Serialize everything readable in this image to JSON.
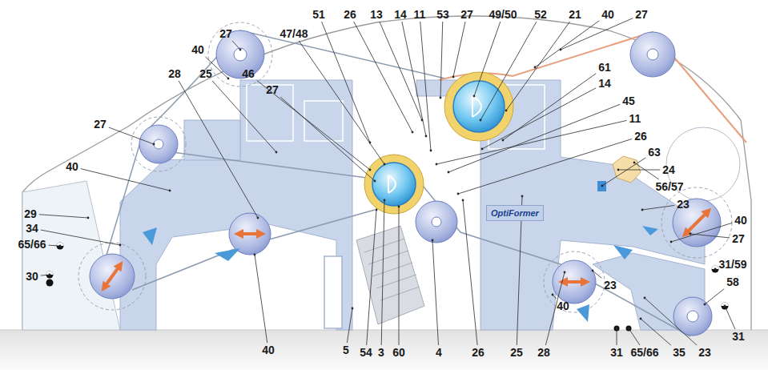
{
  "diagram": {
    "nodes": [
      {
        "text": [
          "OptiFormer"
        ]
      }
    ],
    "labels": [
      "51",
      "26",
      "13",
      "14",
      "11",
      "53",
      "27",
      "49/50",
      "52",
      "21",
      "40",
      "27",
      "27",
      "47/48",
      "40",
      "61",
      "28",
      "25",
      "46",
      "14",
      "27",
      "45",
      "11",
      "27",
      "26",
      "63",
      "40",
      "24",
      "56/57",
      "23",
      "29",
      "40",
      "34",
      "27",
      "65/66",
      "31/59",
      "30",
      "58",
      "31",
      "23",
      "40",
      "40",
      "5",
      "54",
      "3",
      "60",
      "4",
      "26",
      "25",
      "28",
      "31",
      "65/66",
      "35",
      "23"
    ]
  }
}
